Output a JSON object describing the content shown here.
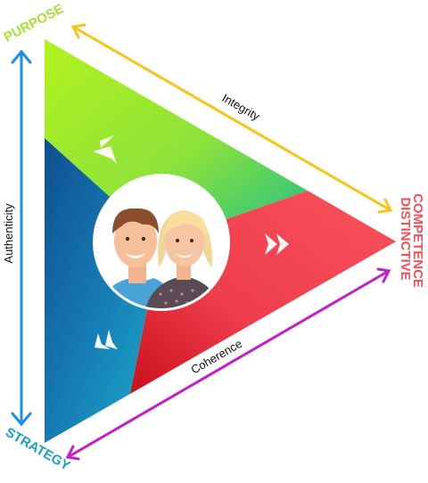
{
  "labels": {
    "purpose": "PURPOSE",
    "strategy": "STRATEGY",
    "distinctive": "DISTINCTIVE",
    "competence": "COMPETENCE",
    "integrity": "Integrity",
    "authenticity": "Authenticity",
    "coherence": "Coherence"
  },
  "colors": {
    "purpose": "#a6e22e",
    "strategy": "#1aa0c4",
    "competence": "#f0505a",
    "integrity_arrow": "#f5c518",
    "authenticity_arrow": "#1e8fe8",
    "coherence_arrow": "#c21fc7"
  },
  "icons": [
    "chevron-up-left-icon",
    "chevron-right-double-icon",
    "chevron-down-left-icon",
    "people-avatar-icon"
  ]
}
